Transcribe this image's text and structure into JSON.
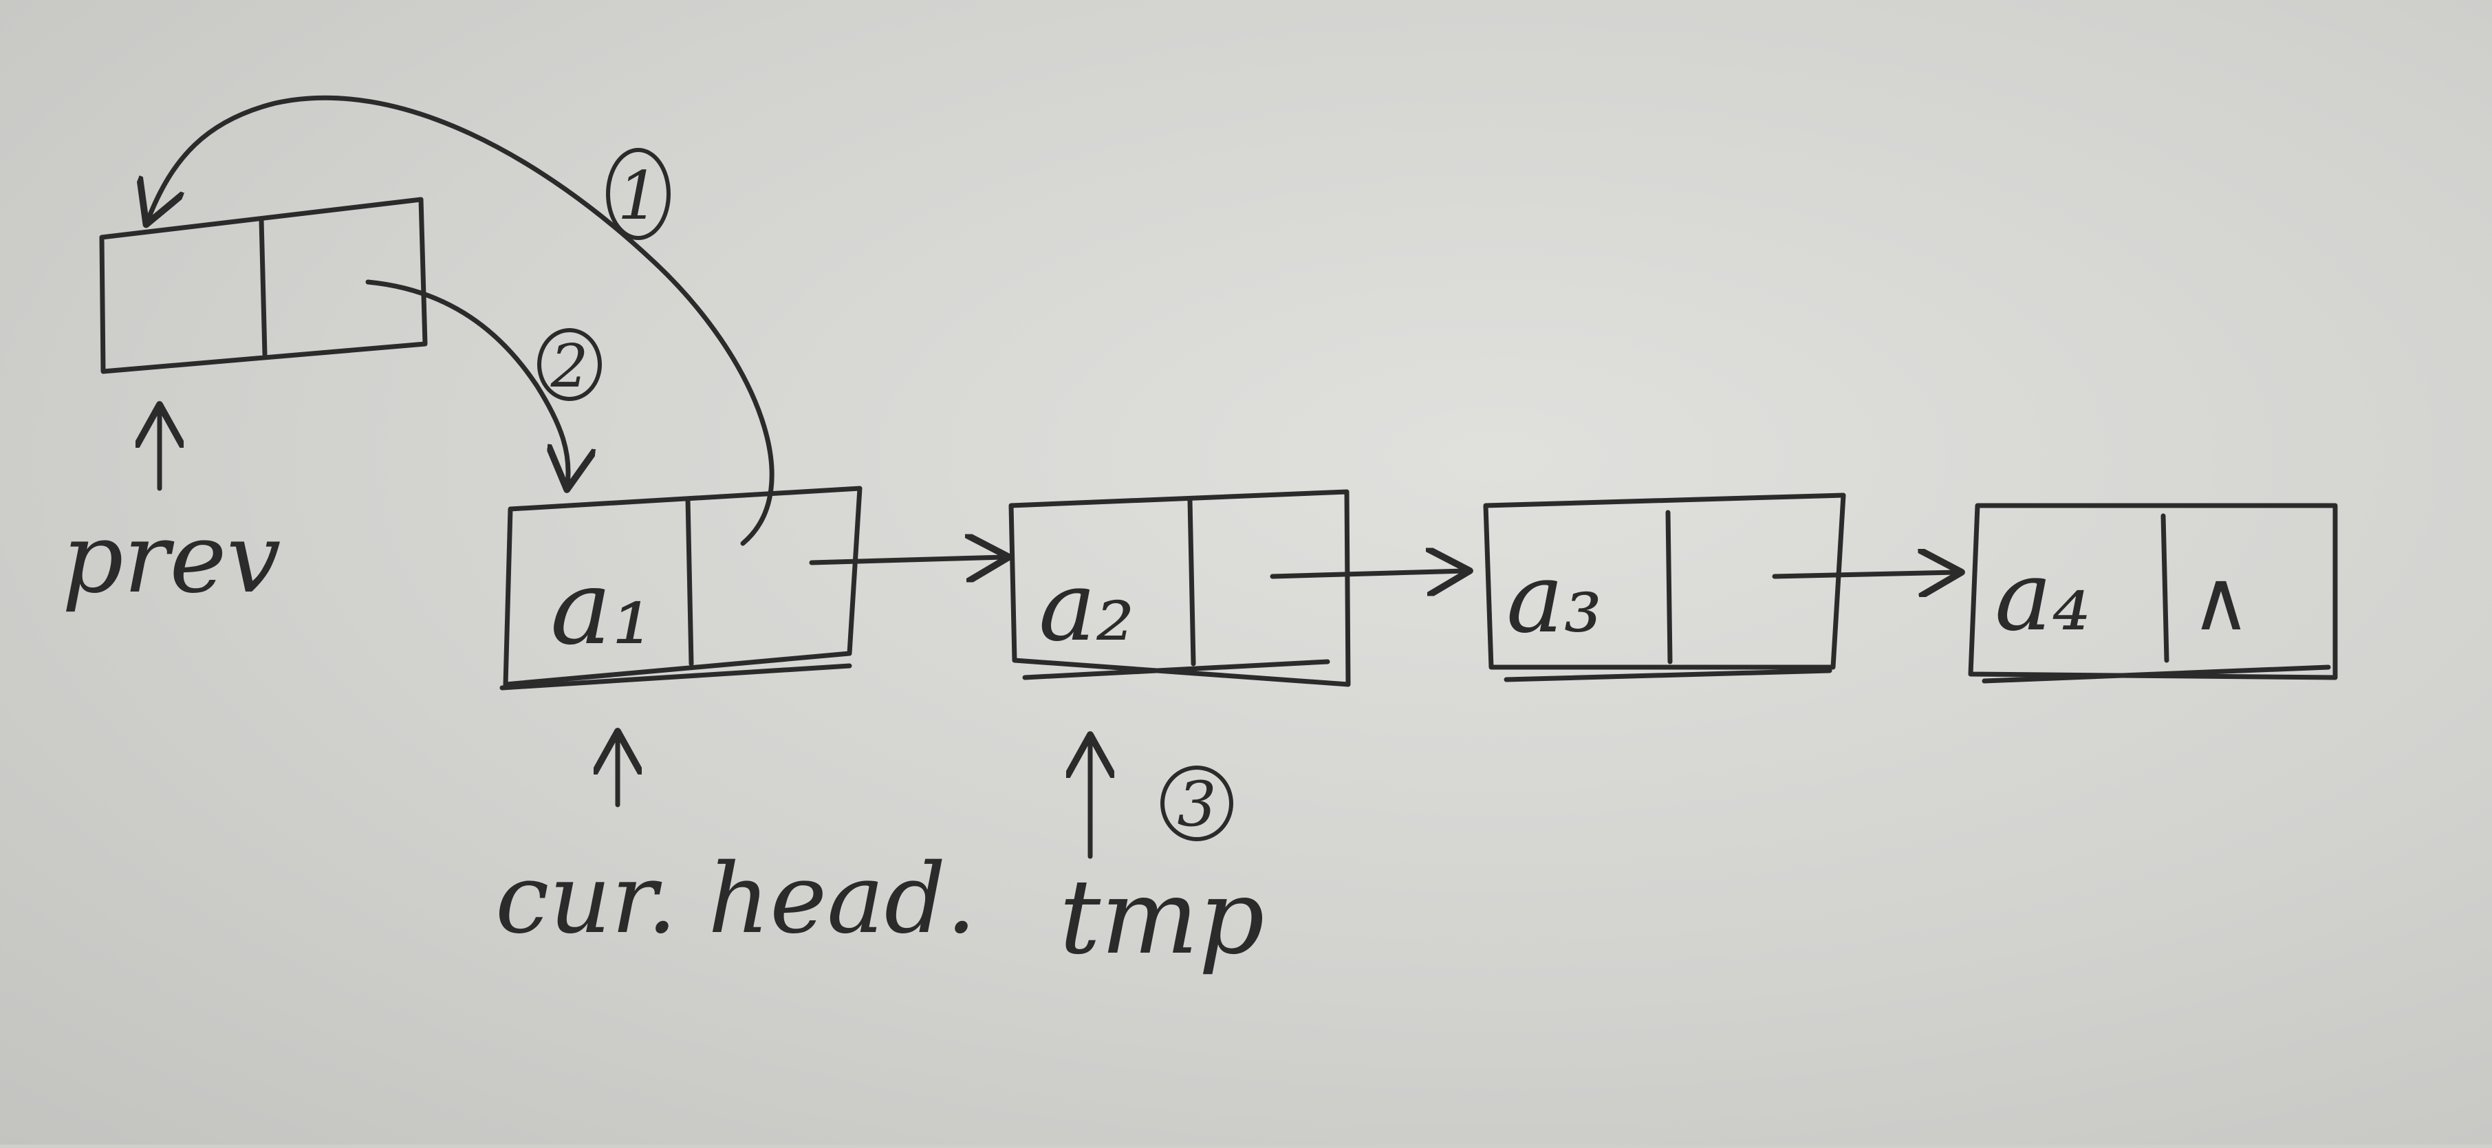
{
  "nodes": [
    {
      "id": "prev-node",
      "data": ""
    },
    {
      "id": "node-1",
      "data": "a₁"
    },
    {
      "id": "node-2",
      "data": "a₂"
    },
    {
      "id": "node-3",
      "data": "a₃"
    },
    {
      "id": "node-4",
      "data": "a₄",
      "next": "∧"
    }
  ],
  "pointers": {
    "prev": "prev",
    "cur_head": "cur. head.",
    "tmp": "tmp"
  },
  "steps": {
    "step1": "1",
    "step2": "2",
    "step3": "3"
  },
  "colors": {
    "ink": "#2b2b2b",
    "paper": "#d8d8d5"
  }
}
